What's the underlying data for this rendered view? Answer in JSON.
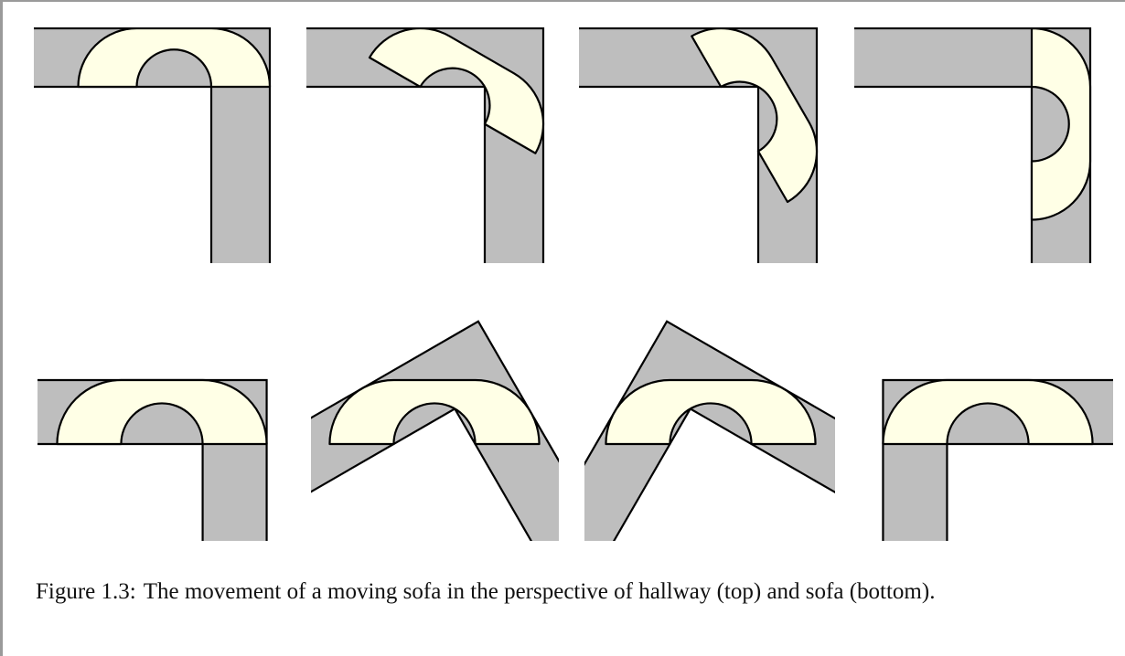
{
  "caption": {
    "label": "Figure 1.3:",
    "text": "The movement of a moving sofa in the perspective of hallway (top) and sofa (bottom)."
  },
  "colors": {
    "hallway": "#bebebe",
    "sofa": "#ffffe6",
    "stroke": "#000000",
    "page_edge": "#9a9a9a"
  },
  "figure": {
    "top_row": {
      "perspective": "hallway",
      "sofa_rotation_deg": [
        0,
        30,
        60,
        90
      ]
    },
    "bottom_row": {
      "perspective": "sofa",
      "hallway_rotation_deg": [
        0,
        -30,
        -60,
        -90
      ]
    }
  }
}
